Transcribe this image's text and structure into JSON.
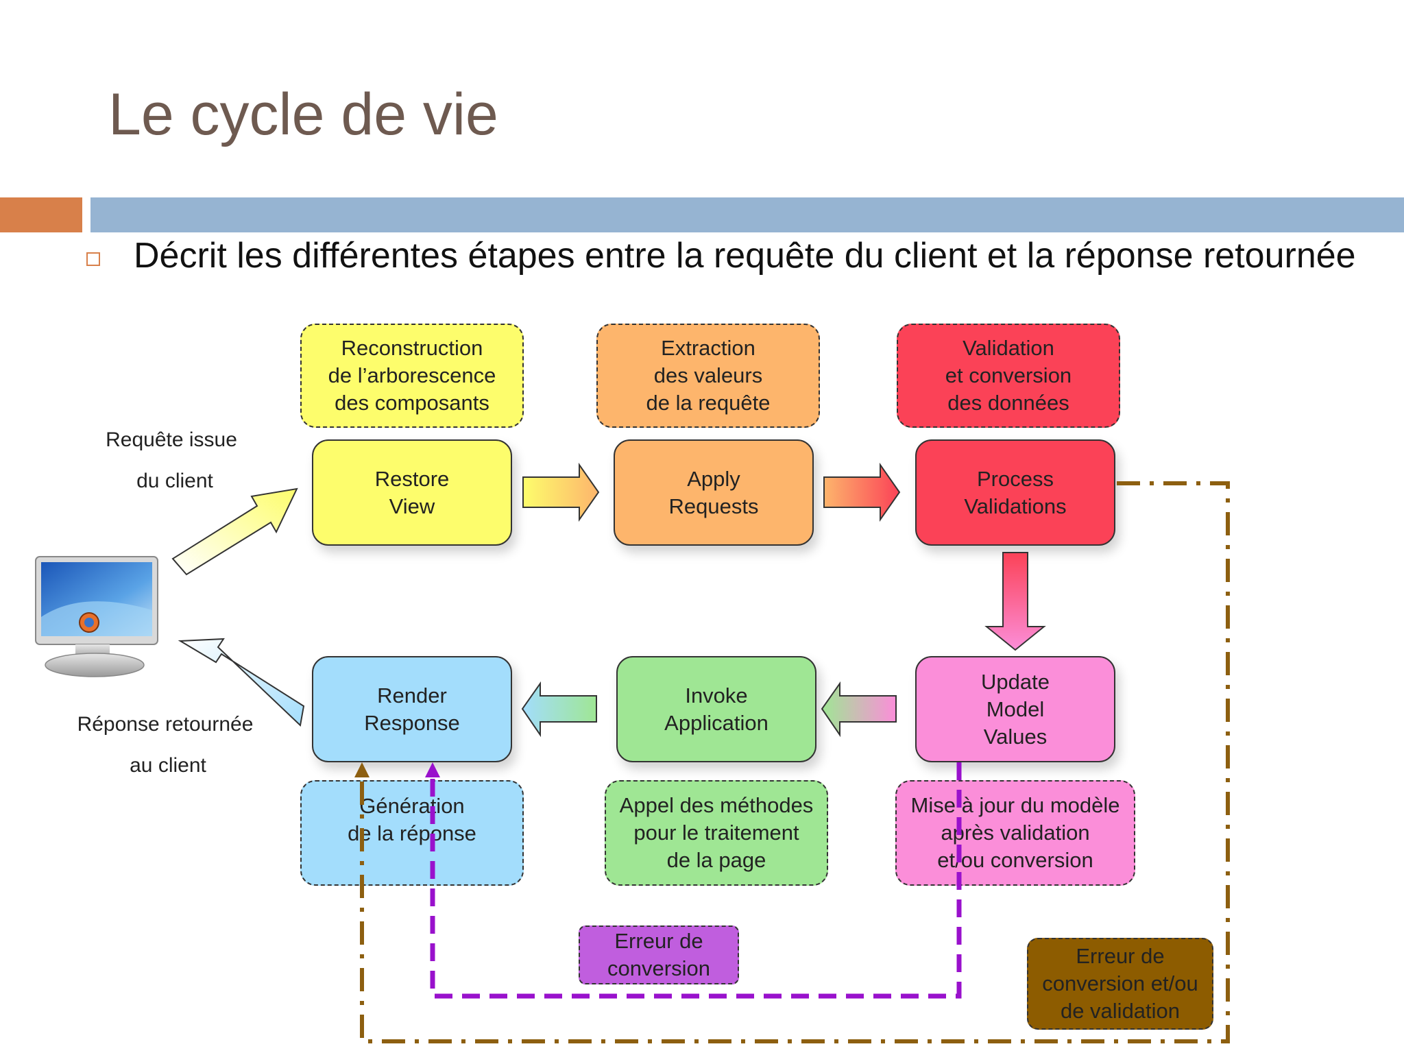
{
  "slide": {
    "title": "Le cycle de vie",
    "bullet": "Décrit les différentes étapes entre la requête du client et la réponse retournée"
  },
  "labels": {
    "request_line1": "Requête issue",
    "request_line2": "du client",
    "response_line1": "Réponse retournée",
    "response_line2": "au client"
  },
  "phases": {
    "restore_view": "Restore\nView",
    "apply_requests": "Apply\nRequests",
    "process_validations": "Process\nValidations",
    "update_model_values": "Update\nModel\nValues",
    "invoke_application": "Invoke\nApplication",
    "render_response": "Render\nResponse"
  },
  "descriptions": {
    "restore_view": "Reconstruction\nde l’arborescence\ndes composants",
    "apply_requests": "Extraction\ndes valeurs\nde la requête",
    "process_validations": "Validation\net conversion\ndes données",
    "update_model_values": "Mise à jour du modèle\naprès validation\net/ou conversion",
    "invoke_application": "Appel des méthodes\npour le traitement\nde la page",
    "render_response": "Génération\nde la réponse"
  },
  "errors": {
    "conversion": "Erreur de\nconversion",
    "conversion_validation": "Erreur de\nconversion et/ou\nde validation"
  },
  "colors": {
    "yellow": "#fdfd6c",
    "orange": "#fdb56c",
    "red": "#fb4257",
    "pink": "#fb8ed9",
    "green": "#9fe694",
    "blue": "#a3ddfc",
    "purple_error": "#c05ede",
    "brown_error": "#8d5c00",
    "purple_line": "#9911cc",
    "brown_line": "#8d5f10"
  }
}
